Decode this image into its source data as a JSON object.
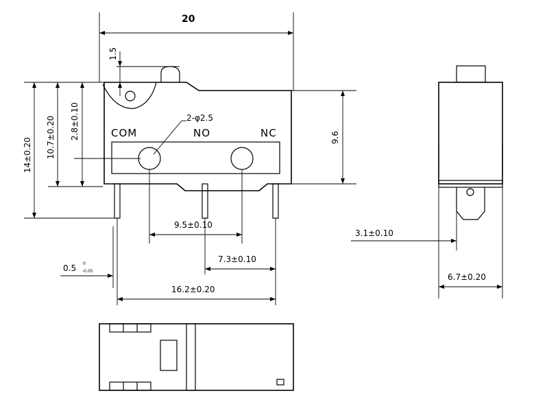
{
  "terminals": {
    "com": "COM",
    "no": "NO",
    "nc": "NC"
  },
  "dimensions": {
    "overall_length": "20",
    "actuator_offset": "1.5",
    "hole_callout": "2-φ2.5",
    "height_total": "14±0.20",
    "height_mid": "10.7±0.20",
    "height_top": "2.8±0.10",
    "body_height": "9.6",
    "pin_com_no": "9.5±0.10",
    "pin_no_nc": "7.3±0.10",
    "pin_com_nc": "16.2±0.20",
    "tolerance_main": "0.5",
    "tolerance_sup": "0",
    "tolerance_sub": "-0.05",
    "terminal_width": "3.1±0.10",
    "body_width": "6.7±0.20"
  }
}
